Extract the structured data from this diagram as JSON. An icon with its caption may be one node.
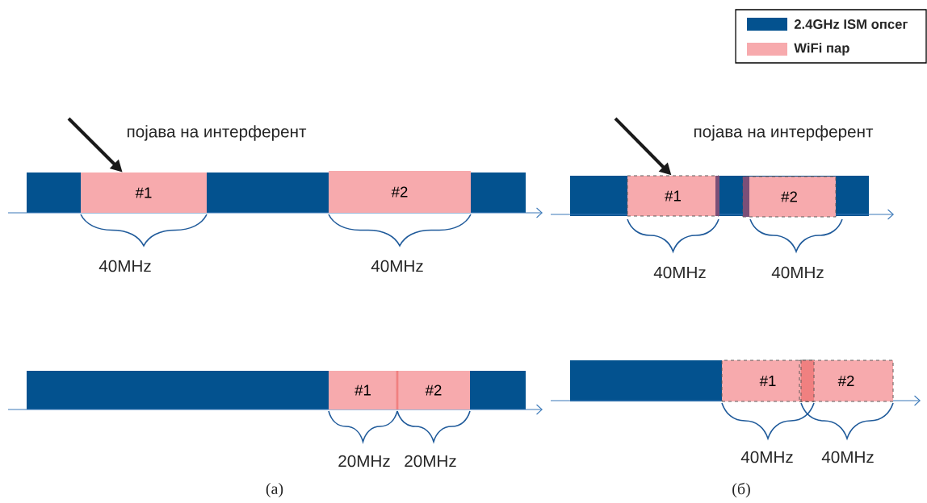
{
  "diagram": {
    "nodes": [
      {
        "text": [
          "#1"
        ]
      },
      {
        "text": [
          "#2"
        ]
      },
      {
        "text": [
          "#1"
        ]
      },
      {
        "text": [
          "#2"
        ]
      },
      {
        "text": [
          "#1"
        ]
      },
      {
        "text": [
          "#2"
        ]
      },
      {
        "text": [
          "#1"
        ]
      },
      {
        "text": [
          "#2"
        ]
      }
    ],
    "edges": [
      {
        "from": null,
        "to": 0,
        "arrow": "to"
      },
      {
        "from": null,
        "to": 2,
        "arrow": "to"
      }
    ],
    "labels": [
      "појава на интерферент",
      "појава на интерферент",
      "40MHz",
      "40MHz",
      "40MHz",
      "40MHz",
      "20MHz",
      "20MHz",
      "40MHz",
      "40MHz",
      "(а)",
      "(б)"
    ],
    "legend": [
      {
        "text": "2.4GHz ISM опсег",
        "color": "#03528f"
      },
      {
        "text": "WiFi пар",
        "color": "#f7aaad"
      }
    ]
  }
}
